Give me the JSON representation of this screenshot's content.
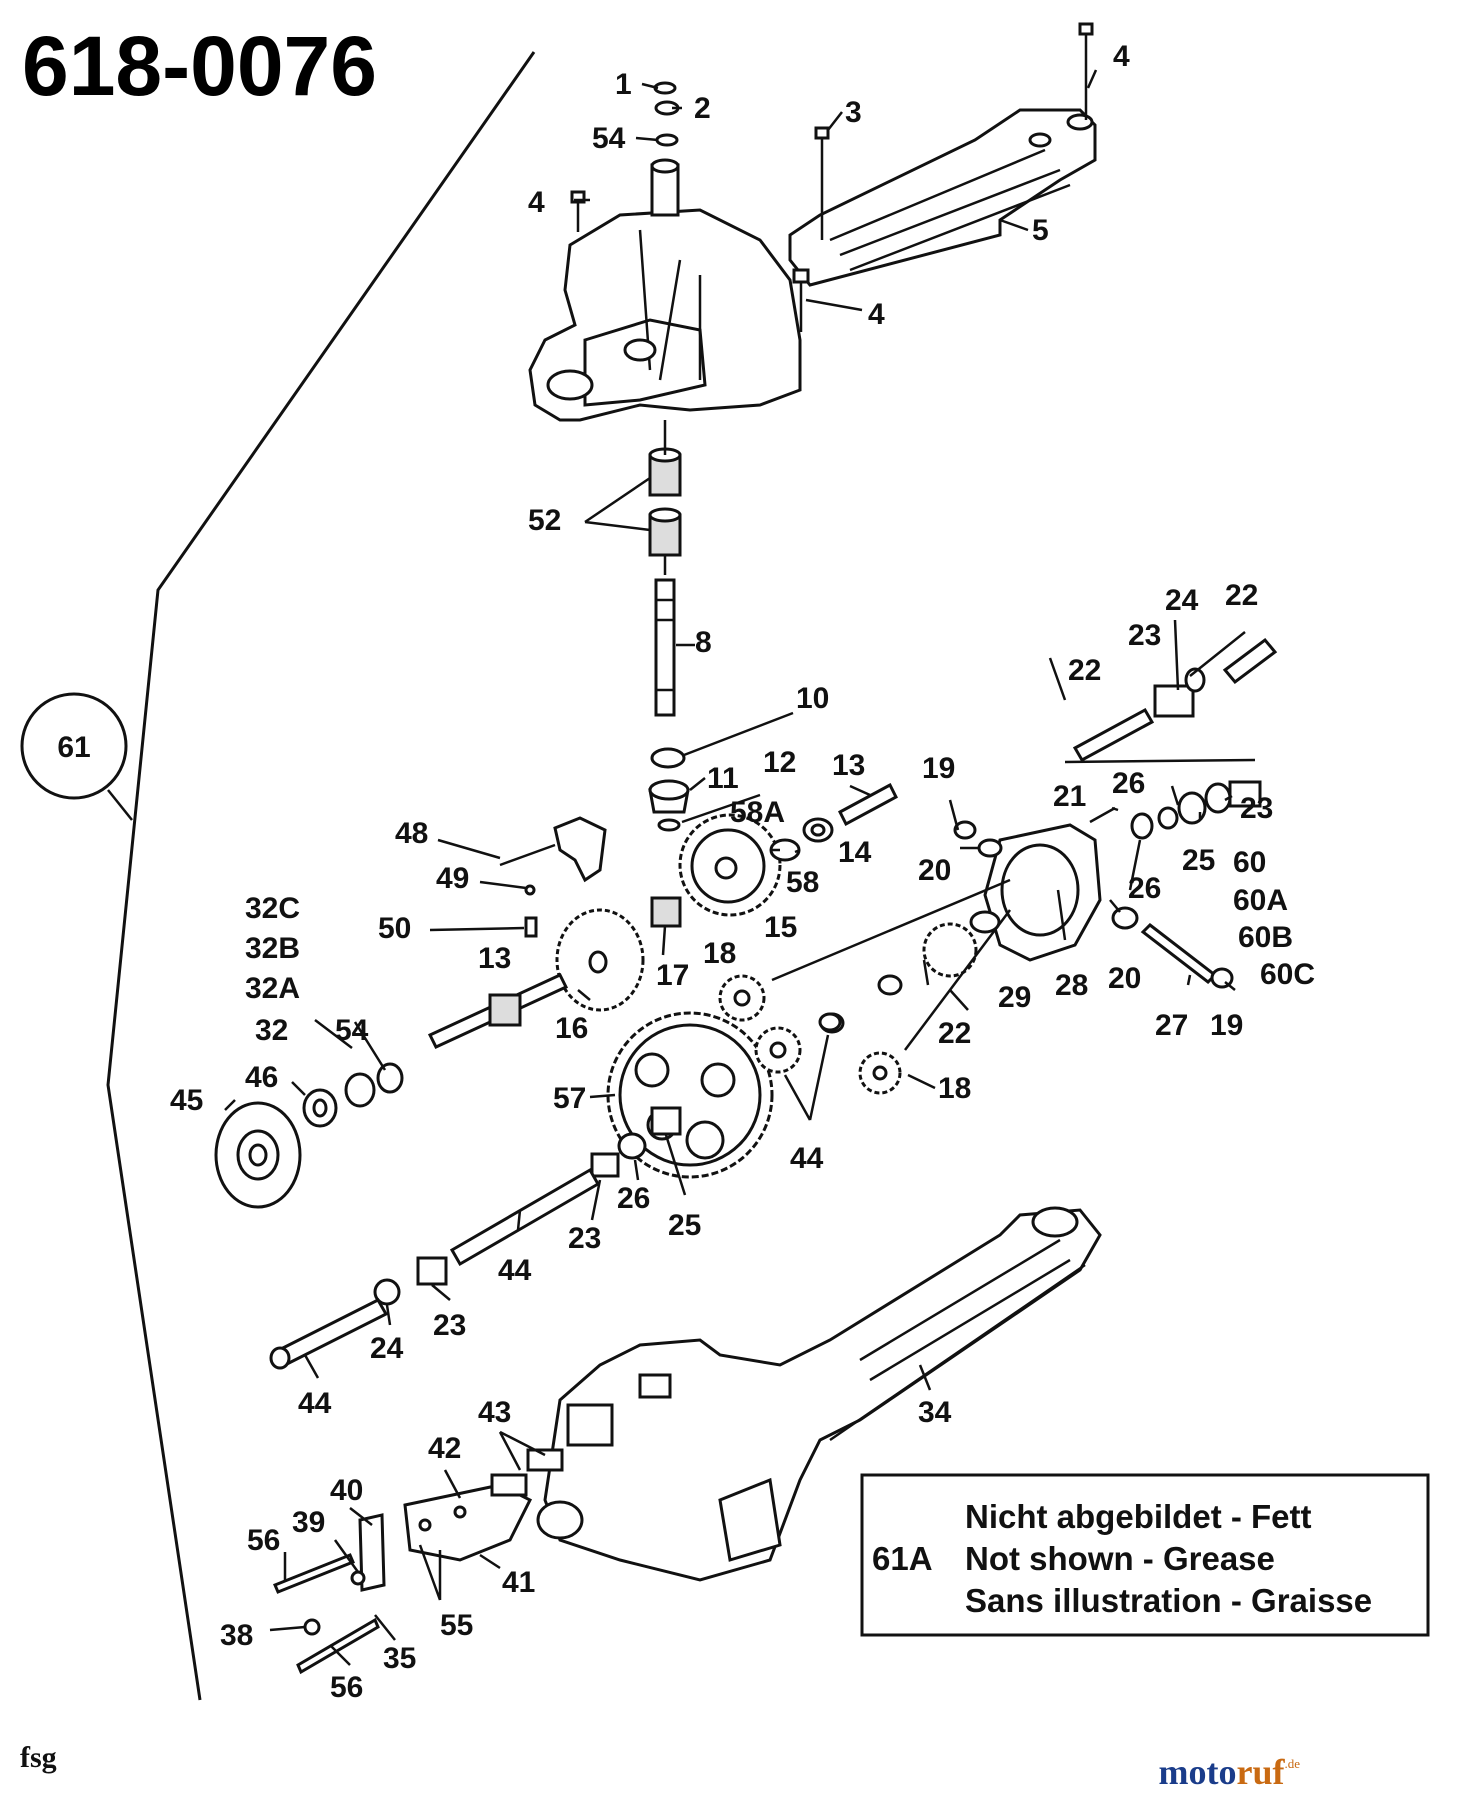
{
  "title": "618-0076",
  "ref_circle": "61",
  "callouts": [
    {
      "id": "c1",
      "text": "1"
    },
    {
      "id": "c2",
      "text": "2"
    },
    {
      "id": "c54a",
      "text": "54"
    },
    {
      "id": "c3",
      "text": "3"
    },
    {
      "id": "c4a",
      "text": "4"
    },
    {
      "id": "c4b",
      "text": "4"
    },
    {
      "id": "c4c",
      "text": "4"
    },
    {
      "id": "c5",
      "text": "5"
    },
    {
      "id": "c52",
      "text": "52"
    },
    {
      "id": "c8",
      "text": "8"
    },
    {
      "id": "c10",
      "text": "10"
    },
    {
      "id": "c11",
      "text": "11"
    },
    {
      "id": "c12",
      "text": "12"
    },
    {
      "id": "c13a",
      "text": "13"
    },
    {
      "id": "c58a",
      "text": "58A"
    },
    {
      "id": "c14",
      "text": "14"
    },
    {
      "id": "c58",
      "text": "58"
    },
    {
      "id": "c15",
      "text": "15"
    },
    {
      "id": "c19a",
      "text": "19"
    },
    {
      "id": "c20a",
      "text": "20"
    },
    {
      "id": "c21",
      "text": "21"
    },
    {
      "id": "c22a",
      "text": "22"
    },
    {
      "id": "c23a",
      "text": "23"
    },
    {
      "id": "c24a",
      "text": "24"
    },
    {
      "id": "c22b",
      "text": "22"
    },
    {
      "id": "c26a",
      "text": "26"
    },
    {
      "id": "c23b",
      "text": "23"
    },
    {
      "id": "c25a",
      "text": "25"
    },
    {
      "id": "c60",
      "text": "60"
    },
    {
      "id": "c60a",
      "text": "60A"
    },
    {
      "id": "c60b",
      "text": "60B"
    },
    {
      "id": "c60c",
      "text": "60C"
    },
    {
      "id": "c26b",
      "text": "26"
    },
    {
      "id": "c48",
      "text": "48"
    },
    {
      "id": "c49",
      "text": "49"
    },
    {
      "id": "c50",
      "text": "50"
    },
    {
      "id": "c32c",
      "text": "32C"
    },
    {
      "id": "c32b",
      "text": "32B"
    },
    {
      "id": "c32a",
      "text": "32A"
    },
    {
      "id": "c32",
      "text": "32"
    },
    {
      "id": "c54b",
      "text": "54"
    },
    {
      "id": "c13b",
      "text": "13"
    },
    {
      "id": "c17",
      "text": "17"
    },
    {
      "id": "c18a",
      "text": "18"
    },
    {
      "id": "c16",
      "text": "16"
    },
    {
      "id": "c29",
      "text": "29"
    },
    {
      "id": "c28",
      "text": "28"
    },
    {
      "id": "c20b",
      "text": "20"
    },
    {
      "id": "c22c",
      "text": "22"
    },
    {
      "id": "c27",
      "text": "27"
    },
    {
      "id": "c19b",
      "text": "19"
    },
    {
      "id": "c46",
      "text": "46"
    },
    {
      "id": "c45",
      "text": "45"
    },
    {
      "id": "c57",
      "text": "57"
    },
    {
      "id": "c18b",
      "text": "18"
    },
    {
      "id": "c44a",
      "text": "44"
    },
    {
      "id": "c26c",
      "text": "26"
    },
    {
      "id": "c25b",
      "text": "25"
    },
    {
      "id": "c23c",
      "text": "23"
    },
    {
      "id": "c44b",
      "text": "44"
    },
    {
      "id": "c23d",
      "text": "23"
    },
    {
      "id": "c24b",
      "text": "24"
    },
    {
      "id": "c44c",
      "text": "44"
    },
    {
      "id": "c34",
      "text": "34"
    },
    {
      "id": "c43",
      "text": "43"
    },
    {
      "id": "c42",
      "text": "42"
    },
    {
      "id": "c40",
      "text": "40"
    },
    {
      "id": "c39",
      "text": "39"
    },
    {
      "id": "c56a",
      "text": "56"
    },
    {
      "id": "c41",
      "text": "41"
    },
    {
      "id": "c55",
      "text": "55"
    },
    {
      "id": "c38",
      "text": "38"
    },
    {
      "id": "c35",
      "text": "35"
    },
    {
      "id": "c56b",
      "text": "56"
    }
  ],
  "legend": {
    "ref": "61A",
    "line1": "Nicht abgebildet - Fett",
    "line2": "Not shown - Grease",
    "line3": "Sans illustration - Graisse"
  },
  "footer_code": "fsg",
  "watermark": {
    "part1": "moto",
    "part2": "ruf",
    "suffix": ".de"
  }
}
